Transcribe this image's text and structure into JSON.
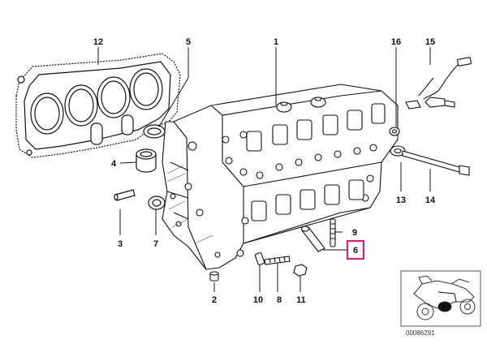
{
  "diagram": {
    "reference_number": "00086291",
    "highlight_color": "#e0177b",
    "highlighted_callout": "6",
    "callouts": [
      {
        "id": "12",
        "label": "12"
      },
      {
        "id": "5",
        "label": "5"
      },
      {
        "id": "1",
        "label": "1"
      },
      {
        "id": "16",
        "label": "16"
      },
      {
        "id": "15",
        "label": "15"
      },
      {
        "id": "4",
        "label": "4"
      },
      {
        "id": "3",
        "label": "3"
      },
      {
        "id": "7",
        "label": "7"
      },
      {
        "id": "13",
        "label": "13"
      },
      {
        "id": "14",
        "label": "14"
      },
      {
        "id": "9",
        "label": "9"
      },
      {
        "id": "6",
        "label": "6"
      },
      {
        "id": "2",
        "label": "2"
      },
      {
        "id": "10",
        "label": "10"
      },
      {
        "id": "8",
        "label": "8"
      },
      {
        "id": "11",
        "label": "11"
      }
    ],
    "parts": [
      {
        "id": "head-gasket",
        "icon": "head-gasket-icon"
      },
      {
        "id": "cylinder-head",
        "icon": "cylinder-head-icon"
      },
      {
        "id": "oxygen-sensor",
        "icon": "sensor-icon"
      },
      {
        "id": "head-bolt",
        "icon": "bolt-icon"
      },
      {
        "id": "motorcycle-thumbnail",
        "icon": "motorcycle-icon"
      }
    ]
  }
}
